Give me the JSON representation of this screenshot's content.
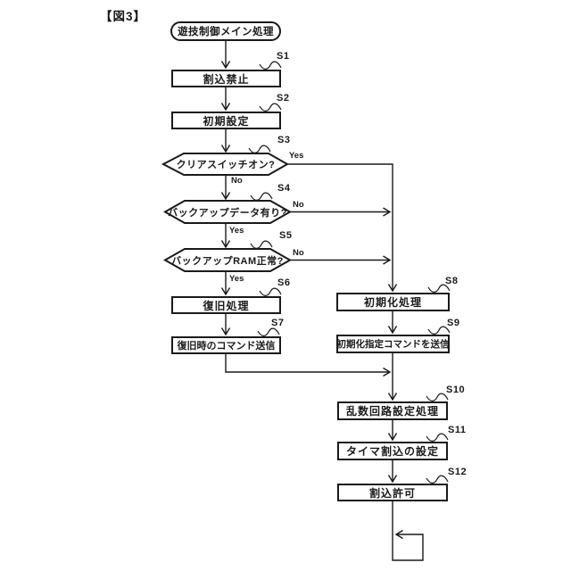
{
  "figure": {
    "title": "【図3】"
  },
  "flowchart": {
    "start": {
      "label": "遊技制御メイン処理"
    },
    "nodes": {
      "s1": {
        "step": "S1",
        "label": "割込禁止"
      },
      "s2": {
        "step": "S2",
        "label": "初期設定"
      },
      "s3": {
        "step": "S3",
        "label": "クリアスイッチオン?",
        "yes_label": "Yes",
        "no_label": "No"
      },
      "s4": {
        "step": "S4",
        "label": "バックアップデータ有り?",
        "yes_label": "Yes",
        "no_label": "No"
      },
      "s5": {
        "step": "S5",
        "label": "バックアップRAM正常?",
        "yes_label": "Yes",
        "no_label": "No"
      },
      "s6": {
        "step": "S6",
        "label": "復旧処理"
      },
      "s7": {
        "step": "S7",
        "label": "復旧時のコマンド送信"
      },
      "s8": {
        "step": "S8",
        "label": "初期化処理"
      },
      "s9": {
        "step": "S9",
        "label": "初期化指定コマンドを送信"
      },
      "s10": {
        "step": "S10",
        "label": "乱数回路設定処理"
      },
      "s11": {
        "step": "S11",
        "label": "タイマ割込の設定"
      },
      "s12": {
        "step": "S12",
        "label": "割込許可"
      }
    },
    "colors": {
      "stroke": "#1a1a1a",
      "background": "#ffffff"
    }
  }
}
